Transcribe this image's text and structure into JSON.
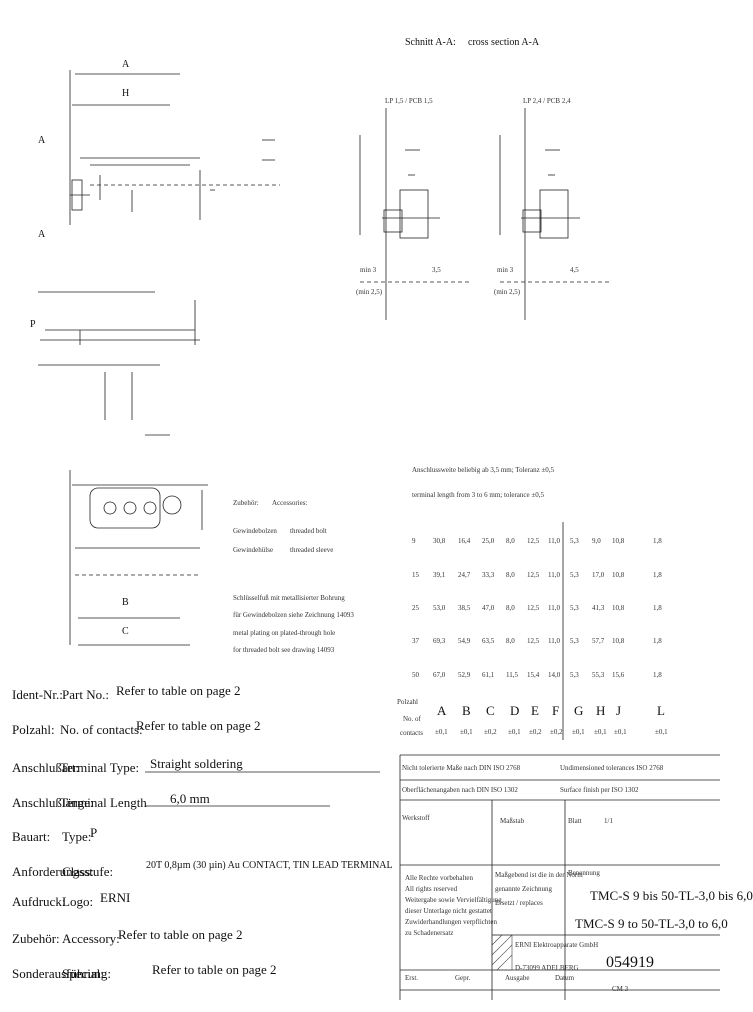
{
  "section_label": {
    "de": "Schnitt A-A:",
    "en": "cross section A-A"
  },
  "drawing_letters": {
    "a": "A",
    "h": "H",
    "b": "B",
    "c": "C",
    "p": "P"
  },
  "section_callouts": {
    "left_lp": "LP 1,5 / PCB 1,5",
    "right_lp": "LP 2,4 / PCB 2,4",
    "min_left": "min 3",
    "min_right": "min 3",
    "dim_left": "3,5",
    "dim_right": "4,5",
    "rad_left": "(min 2,5)",
    "rad_right": "(min 2,5)"
  },
  "accessory_header": {
    "de": "Zubehör:",
    "en": "Accessories:"
  },
  "accessories": [
    {
      "de": "Gewindebolzen",
      "en": "threaded bolt"
    },
    {
      "de": "Gewindehülse",
      "en": "threaded sleeve"
    }
  ],
  "accessory_note": [
    "Schlüsselfuß mit metallisierter Bohrung",
    "für Gewindebolzen siehe Zeichnung 14093",
    "metal plating on plated-through hole",
    "for threaded bolt see drawing 14093"
  ],
  "table_notes": [
    "Anschlussweite beliebig ab 3,5 mm; Toleranz ±0,5",
    "terminal length from 3 to 6 mm; tolerance ±0,5"
  ],
  "dim_table": {
    "headers": [
      "Polzahl / No. of contacts",
      "A",
      "B",
      "C",
      "D",
      "E",
      "F",
      "G",
      "H",
      "J",
      "L"
    ],
    "tolerances": [
      "±0,1",
      "±0,1",
      "±0,2",
      "±0,1",
      "±0,2",
      "±0,2",
      "±0,1",
      "±0,1",
      "±0,1",
      "±0,1"
    ],
    "rows": [
      [
        "9",
        "30,8",
        "16,4",
        "25,0",
        "8,0",
        "12,5",
        "11,0",
        "5,3",
        "9,0",
        "10,8",
        "1,8"
      ],
      [
        "15",
        "39,1",
        "24,7",
        "33,3",
        "8,0",
        "12,5",
        "11,0",
        "5,3",
        "17,0",
        "10,8",
        "1,8"
      ],
      [
        "25",
        "53,0",
        "38,5",
        "47,0",
        "8,0",
        "12,5",
        "11,0",
        "5,3",
        "41,3",
        "10,8",
        "1,8"
      ],
      [
        "37",
        "69,3",
        "54,9",
        "63,5",
        "8,0",
        "12,5",
        "11,0",
        "5,3",
        "57,7",
        "10,8",
        "1,8"
      ],
      [
        "50",
        "67,0",
        "52,9",
        "61,1",
        "11,5",
        "15,4",
        "14,0",
        "5,3",
        "55,3",
        "15,6",
        "1,8"
      ]
    ]
  },
  "spec_rows": [
    {
      "de": "Ident-Nr.:",
      "en": "Part No.:",
      "value": "Refer to table on page 2"
    },
    {
      "de": "Polzahl:",
      "en": "No. of contacts:",
      "value": "Refer to table on page 2"
    },
    {
      "de": "Anschlußart:",
      "en": "Terminal Type:",
      "value": "Straight soldering"
    },
    {
      "de": "Anschlußlänge:",
      "en": "Terminal Length",
      "value": "6,0 mm"
    },
    {
      "de": "Bauart:",
      "en": "Type:",
      "value": "P"
    },
    {
      "de": "Anforderungsstufe:",
      "en": "Class:",
      "value": "20T 0,8µm (30 µin) Au CONTACT, TIN LEAD TERMINAL"
    },
    {
      "de": "Aufdruck:",
      "en": "Logo:",
      "value": "ERNI"
    },
    {
      "de": "Zubehör:",
      "en": "Accessory:",
      "value": "Refer to table on page 2"
    },
    {
      "de": "Sonderausführung:",
      "en": "Special:",
      "value": "Refer to table on page 2"
    }
  ],
  "title_block": {
    "note_de": "Nicht tolerierte Maße nach DIN ISO 2768",
    "note_en": "Undimensioned tolerances ISO 2768",
    "surface_de": "Oberflächenangaben nach DIN ISO 1302",
    "surface_en": "Surface finish per ISO 1302",
    "material": "Werkstoff",
    "scale": "Maßstab",
    "sheet": "Blatt",
    "sheet_val": "1/1",
    "name": "Benennung",
    "title_line1": "TMC-S 9 bis 50-TL-3,0 bis 6,0",
    "title_line2": "TMC-S 9 to 50-TL-3,0 to 6,0",
    "company": "ERNI Elektroapparate GmbH",
    "company_sub": "D-73099 ADELBERG",
    "drawing_no": "054919",
    "rev": "CM 3",
    "left_notes": [
      "Alle Rechte vorbehalten",
      "All rights reserved",
      "Weitergabe sowie Vervielfältigung",
      "dieser Unterlage nicht gestattet",
      "Zuwiderhandlungen verpflichten",
      "zu Schadenersatz"
    ],
    "mid_notes": [
      "Maßgebend ist die in der Norm",
      "genannte Zeichnung",
      "Ersetzt / replaces"
    ],
    "bottom_cells": [
      "Erst.",
      "Gepr.",
      "Ausgabe",
      "Datum"
    ]
  }
}
